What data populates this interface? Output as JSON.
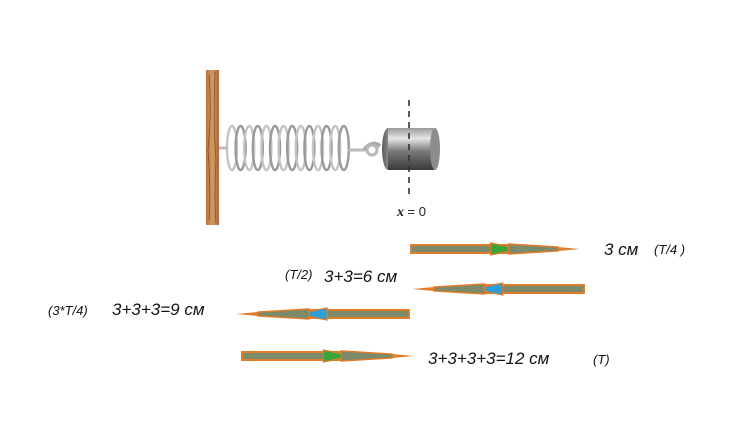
{
  "figure": {
    "equilibrium_label": {
      "variable": "x",
      "value": "= 0"
    }
  },
  "arrows": [
    {
      "direction": "right",
      "color": "#3aa63a",
      "text": "3 см",
      "time": "(T/4 )"
    },
    {
      "direction": "left",
      "color": "#2a9fd8",
      "text": "3+3=6 см",
      "time": "(T/2)"
    },
    {
      "direction": "left",
      "color": "#2a9fd8",
      "text": "3+3+3=9 см",
      "time": "(3*T/4)"
    },
    {
      "direction": "right",
      "color": "#3aa63a",
      "text": "3+3+3+3=12 см",
      "time": "(T)"
    }
  ],
  "colors": {
    "wall": "#c0804a",
    "arrow_outline": "#e07c2a",
    "arrow_body": "#7a8a6a"
  }
}
